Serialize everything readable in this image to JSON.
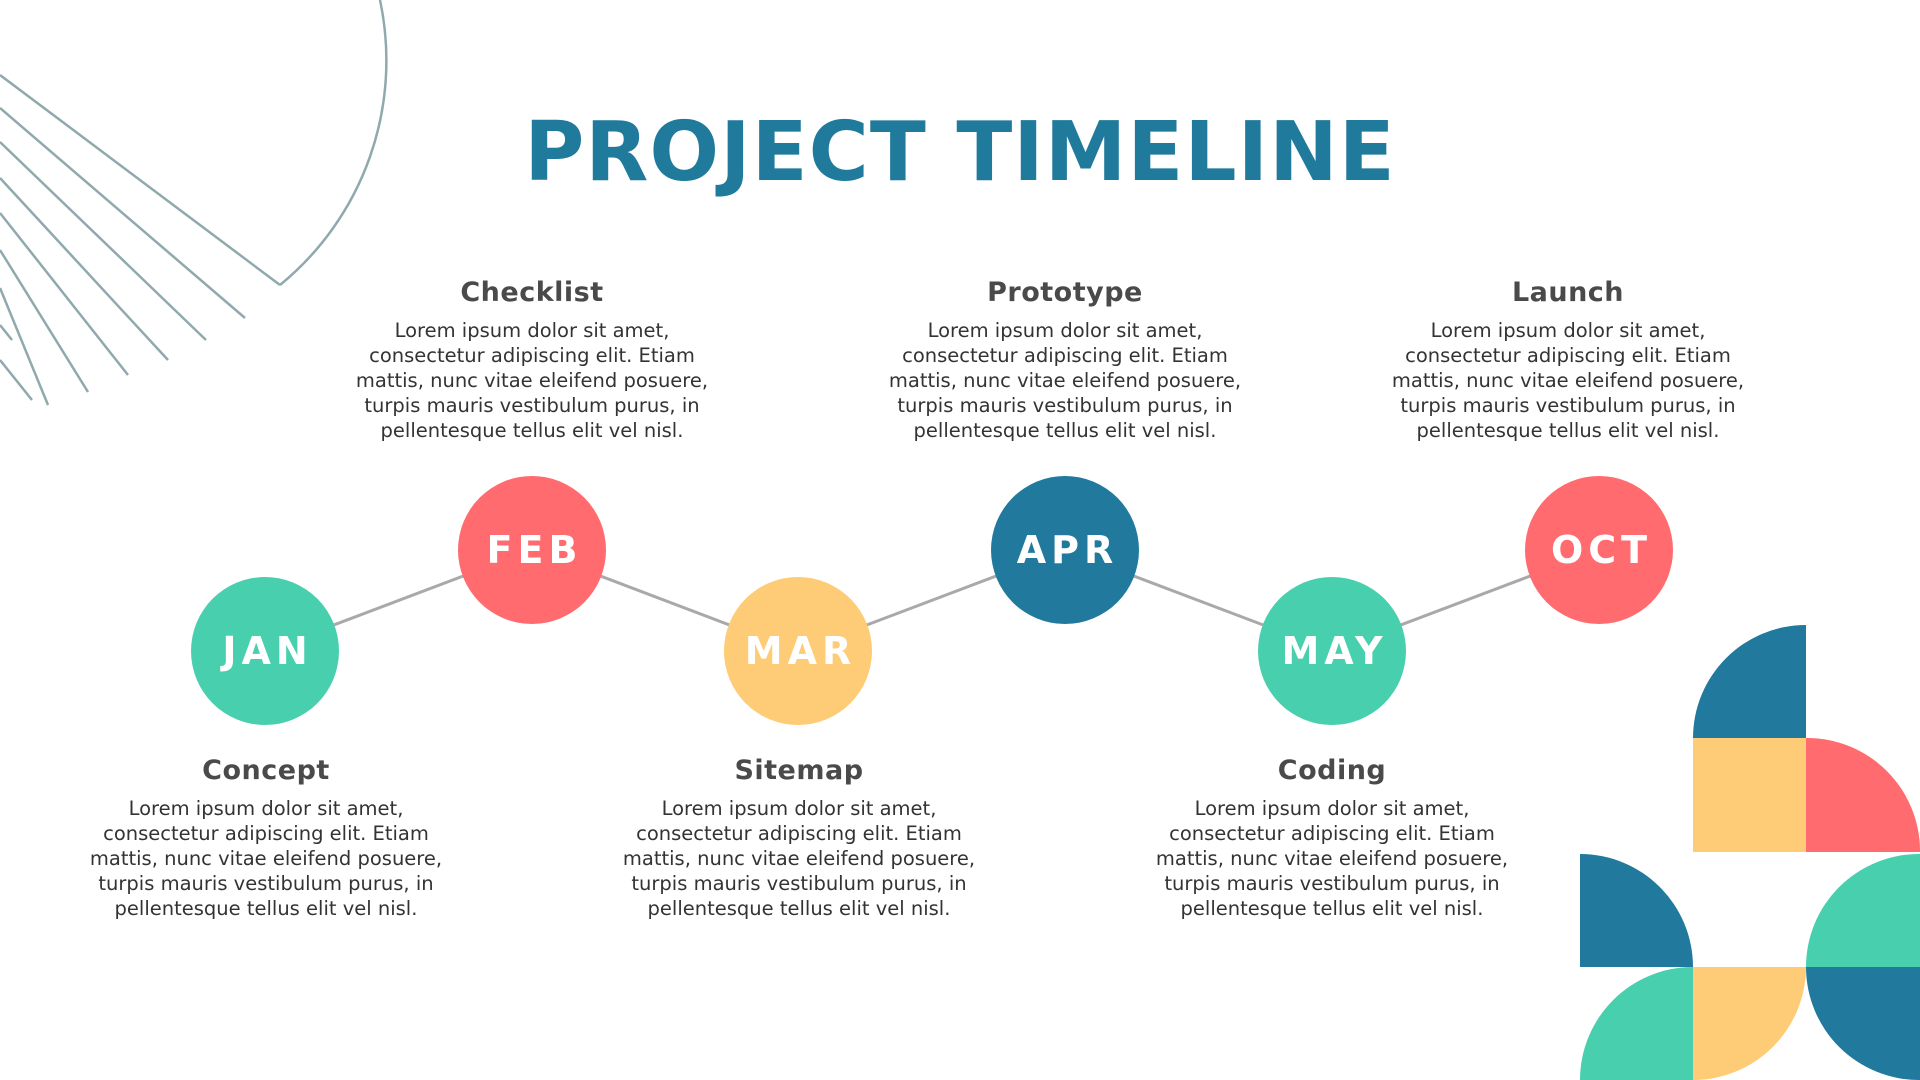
{
  "title": "PROJECT TIMELINE",
  "colors": {
    "teal": "#48cfae",
    "coral": "#ff6b6f",
    "yellow": "#fecb77",
    "blue": "#217a9d",
    "line": "#a9a9a9",
    "deco_line": "#8fa9ad"
  },
  "milestones": [
    {
      "month": "JAN",
      "heading": "Concept",
      "color": "#48cfae",
      "body": "Lorem ipsum dolor sit amet, consectetur adipiscing elit. Etiam mattis, nunc vitae eleifend posuere, turpis mauris vestibulum purus, in pellentesque tellus elit vel nisl."
    },
    {
      "month": "FEB",
      "heading": "Checklist",
      "color": "#ff6b6f",
      "body": "Lorem ipsum dolor sit amet, consectetur adipiscing elit. Etiam mattis, nunc vitae eleifend posuere, turpis mauris vestibulum purus, in pellentesque tellus elit vel nisl."
    },
    {
      "month": "MAR",
      "heading": "Sitemap",
      "color": "#fecb77",
      "body": "Lorem ipsum dolor sit amet, consectetur adipiscing elit. Etiam mattis, nunc vitae eleifend posuere, turpis mauris vestibulum purus, in pellentesque tellus elit vel nisl."
    },
    {
      "month": "APR",
      "heading": "Prototype",
      "color": "#217a9d",
      "body": "Lorem ipsum dolor sit amet, consectetur adipiscing elit. Etiam mattis, nunc vitae eleifend posuere, turpis mauris vestibulum purus, in pellentesque tellus elit vel nisl."
    },
    {
      "month": "MAY",
      "heading": "Coding",
      "color": "#48cfae",
      "body": "Lorem ipsum dolor sit amet, consectetur adipiscing elit. Etiam mattis, nunc vitae eleifend posuere, turpis mauris vestibulum purus, in pellentesque tellus elit vel nisl."
    },
    {
      "month": "OCT",
      "heading": "Launch",
      "color": "#ff6b6f",
      "body": "Lorem ipsum dolor sit amet, consectetur adipiscing elit. Etiam mattis, nunc vitae eleifend posuere, turpis mauris vestibulum purus, in pellentesque tellus elit vel nisl."
    }
  ]
}
